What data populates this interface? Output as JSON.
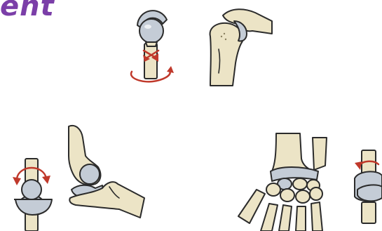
{
  "heading": {
    "text": "ent",
    "color": "#7b3fa8"
  },
  "colors": {
    "bone": "#ece4c6",
    "cartilage": "#c4ccd6",
    "arrow": "#c0392b",
    "outline": "#2b2b2b"
  },
  "figures": [
    {
      "name": "ball-and-socket-joint-model",
      "icon": "rotation-arrows"
    },
    {
      "name": "shoulder-joint-illustration",
      "icon": "bone"
    },
    {
      "name": "hinge-joint-model",
      "icon": "flexion-arrow"
    },
    {
      "name": "elbow-joint-illustration",
      "icon": "bone"
    },
    {
      "name": "wrist-joint-illustration",
      "icon": "bone"
    },
    {
      "name": "pivot-joint-model",
      "icon": "rotation-arrow"
    }
  ]
}
